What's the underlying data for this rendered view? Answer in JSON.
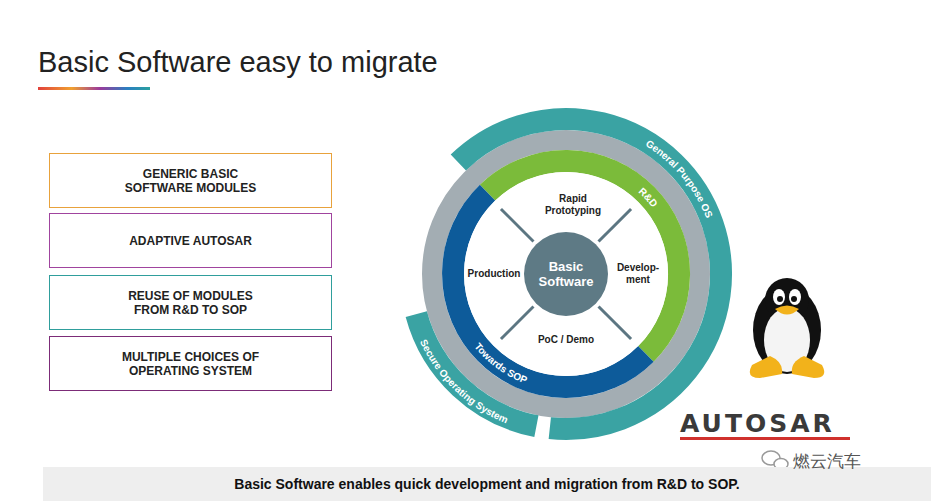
{
  "diagram": {
    "title": "Basic Software easy to migrate",
    "caption": "Basic Software enables quick development and migration from R&D to SOP.",
    "nodes": [
      {
        "text": [
          "GENERIC BASIC SOFTWARE MODULES"
        ]
      },
      {
        "text": [
          "ADAPTIVE AUTOSAR"
        ]
      },
      {
        "text": [
          "REUSE OF MODULES FROM R&D TO SOP"
        ]
      },
      {
        "text": [
          "MULTIPLE CHOICES OF OPERATING SYSTEM"
        ]
      },
      {
        "text": [
          "Basic Software"
        ]
      }
    ],
    "labels": [
      "General Purpose OS",
      "R&D",
      "Towards SOP",
      "Secure Operating System",
      "Rapid Prototyping",
      "Develop- ment",
      "PoC / Demo",
      "Production",
      "AUTOSAR",
      "燃云汽车"
    ]
  }
}
